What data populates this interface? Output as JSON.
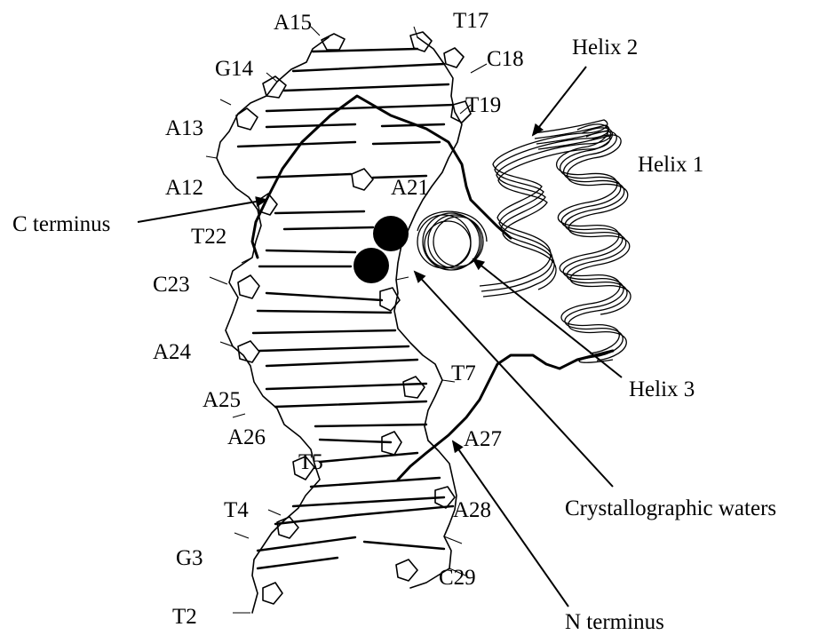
{
  "nucleotides": {
    "A15": "A15",
    "T17": "T17",
    "C18": "C18",
    "G14": "G14",
    "T19": "T19",
    "A13": "A13",
    "A12": "A12",
    "A21": "A21",
    "T22": "T22",
    "C23": "C23",
    "A24": "A24",
    "A25": "A25",
    "T7": "T7",
    "A26": "A26",
    "A27": "A27",
    "T5": "T5",
    "T4": "T4",
    "A28": "A28",
    "G3": "G3",
    "C29": "C29",
    "T2": "T2"
  },
  "annotations": {
    "helix2": "Helix 2",
    "helix1": "Helix 1",
    "c_terminus": "C terminus",
    "helix3": "Helix 3",
    "waters": "Crystallographic waters",
    "n_terminus": "N terminus"
  }
}
